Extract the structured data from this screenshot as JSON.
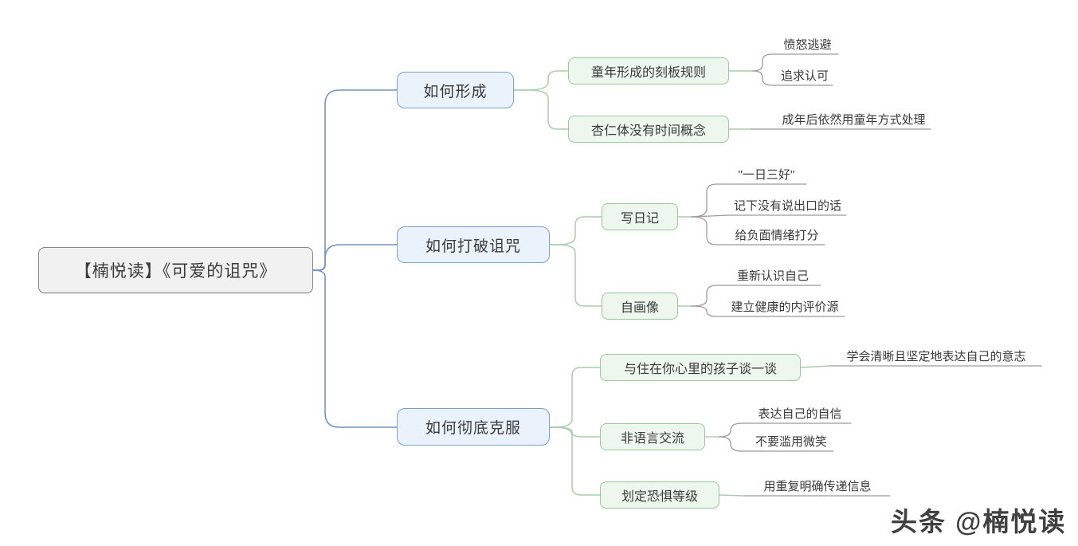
{
  "root": {
    "label": "【楠悦读】《可爱的诅咒》"
  },
  "branches": [
    {
      "label": "如何形成",
      "children": [
        {
          "label": "童年形成的刻板规则",
          "leaves": [
            "愤怒逃避",
            "追求认可"
          ]
        },
        {
          "label": "杏仁体没有时间概念",
          "leaves": [
            "成年后依然用童年方式处理"
          ]
        }
      ]
    },
    {
      "label": "如何打破诅咒",
      "children": [
        {
          "label": "写日记",
          "leaves": [
            "\"一日三好\"",
            "记下没有说出口的话",
            "给负面情绪打分"
          ]
        },
        {
          "label": "自画像",
          "leaves": [
            "重新认识自己",
            "建立健康的内评价源"
          ]
        }
      ]
    },
    {
      "label": "如何彻底克服",
      "children": [
        {
          "label": "与住在你心里的孩子谈一谈",
          "leaves": [
            "学会清晰且坚定地表达自己的意志"
          ]
        },
        {
          "label": "非语言交流",
          "leaves": [
            "表达自己的自信",
            "不要滥用微笑"
          ]
        },
        {
          "label": "划定恐惧等级",
          "leaves": [
            "用重复明确传递信息"
          ]
        }
      ]
    }
  ],
  "watermark": "头条 @楠悦读",
  "colors": {
    "text": "#3a3a3a",
    "root_fill": "#f1f1f1",
    "root_border": "#858585",
    "branch_fill": "#eaf2fb",
    "branch_border": "#7f9fc7",
    "child_fill": "#eef7ee",
    "child_border": "#9cc69c",
    "line_blue": "#7094c4",
    "line_green": "#abceab",
    "line_leaf": "#9b9b9b",
    "watermark": "#404040"
  }
}
